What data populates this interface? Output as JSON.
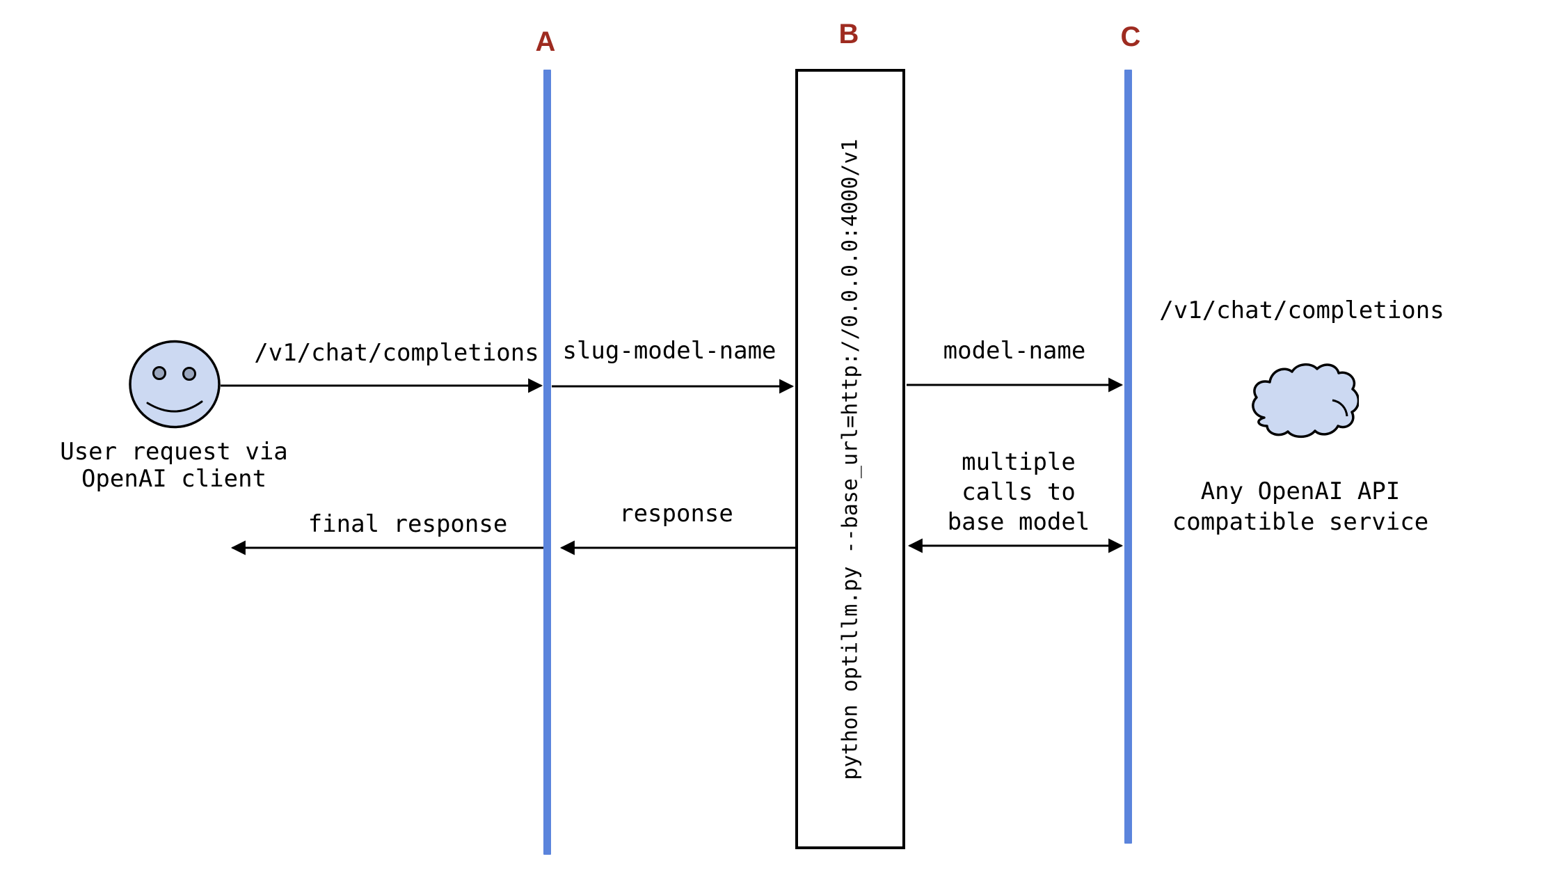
{
  "colors": {
    "line_blue": "#5b84dc",
    "label_red": "#9e2b20",
    "shape_fill": "#ccd9f2",
    "eye_fill": "#9aa6bd",
    "ink": "#000000",
    "bg": "#ffffff"
  },
  "lifelines": {
    "a": "A",
    "b": "B",
    "c": "C"
  },
  "actor": {
    "caption": [
      "User request via",
      "OpenAI client"
    ]
  },
  "proxy": {
    "command": "python optillm.py --base_url=http://0.0.0.0:4000/v1"
  },
  "service": {
    "endpoint": "/v1/chat/completions",
    "caption": [
      "Any OpenAI API",
      "compatible service"
    ]
  },
  "messages": {
    "request": "/v1/chat/completions",
    "slug": "slug-model-name",
    "model": "model-name",
    "response": "response",
    "final": "final response",
    "multiple": [
      "multiple",
      "calls to",
      "base model"
    ]
  }
}
